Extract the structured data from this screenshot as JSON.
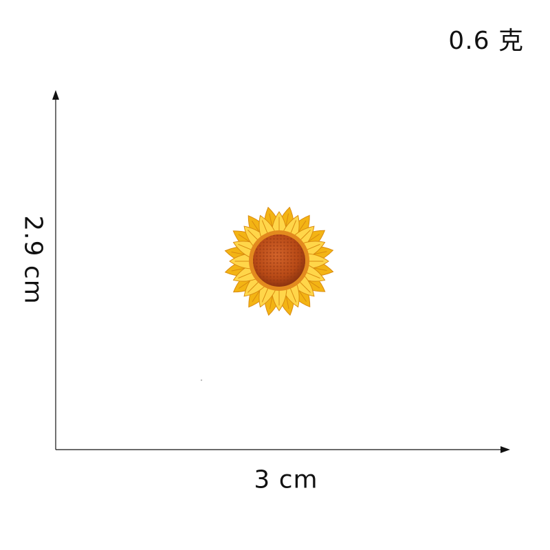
{
  "weight_label": "0.6 克",
  "height_label": "2.9 cm",
  "width_label": "3 cm",
  "colors": {
    "petal": "#F3B414",
    "petal_light": "#FFD64A",
    "petal_shadow": "#D98B10",
    "center": "#C2541A",
    "center_dark": "#8F3510",
    "center_ring": "#E38A1E",
    "line": "#111111"
  },
  "objects": [
    "sunflower-patch"
  ]
}
